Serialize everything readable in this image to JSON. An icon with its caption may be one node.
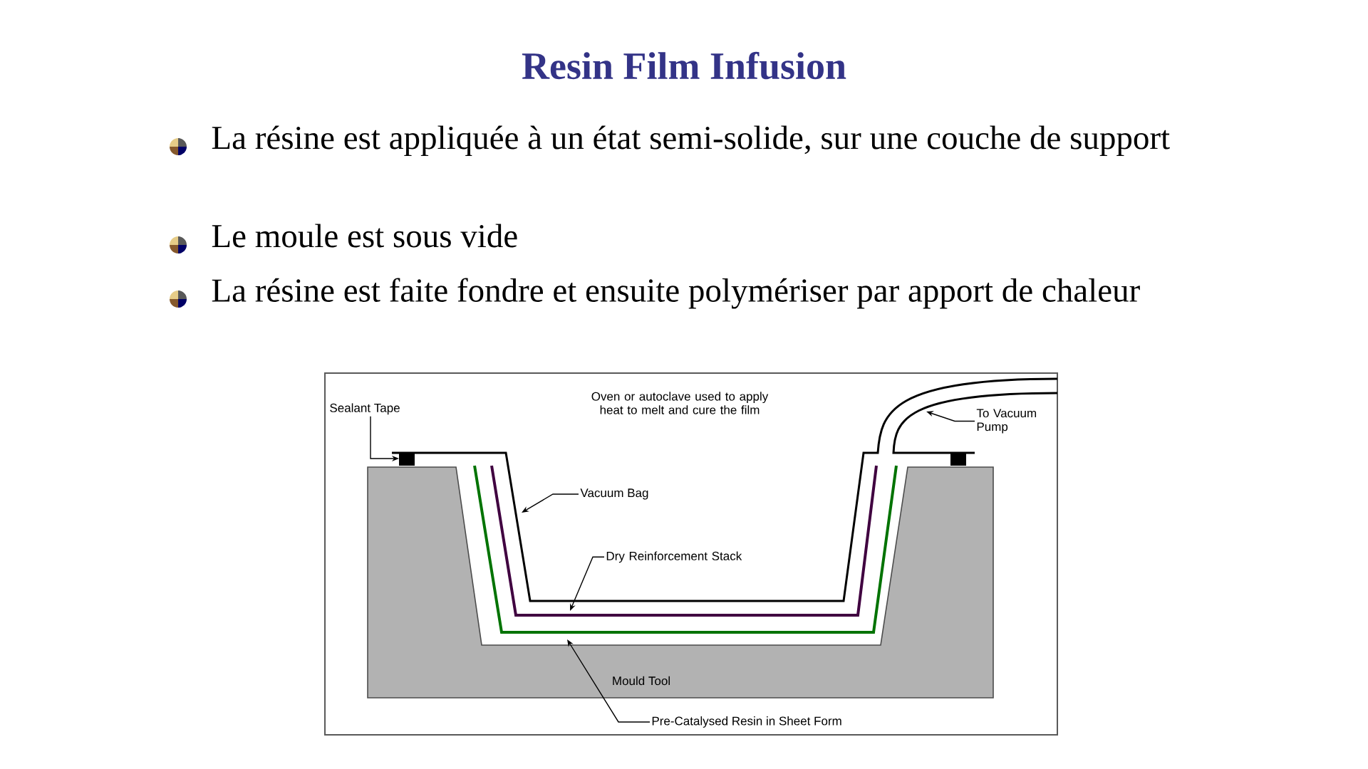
{
  "diagram": {
    "title": "Resin Film Infusion",
    "nodes": [
      {
        "text": [
          "Sealant Tape"
        ]
      },
      {
        "text": [
          "To Vacuum Pump"
        ]
      },
      {
        "text": [
          "Vacuum Bag"
        ]
      },
      {
        "text": [
          "Dry Reinforcement Stack"
        ]
      },
      {
        "text": [
          "Pre-Catalysed Resin in Sheet Form"
        ]
      }
    ],
    "edges": [
      {
        "from": 0,
        "to": null,
        "arrow": "to"
      },
      {
        "from": 1,
        "to": null,
        "arrow": "to"
      },
      {
        "from": 2,
        "to": null,
        "arrow": "to"
      },
      {
        "from": 3,
        "to": null,
        "arrow": "to"
      },
      {
        "from": 4,
        "to": null,
        "arrow": "to"
      }
    ],
    "labels": [
      "La résine est appliquée à un état semi-solide, sur une couche de support",
      "Le moule est sous vide",
      "La résine est faite fondre et ensuite polymériser par apport de chaleur",
      "Oven or autoclave used to apply heat to melt and cure the film",
      "Mould Tool"
    ]
  }
}
